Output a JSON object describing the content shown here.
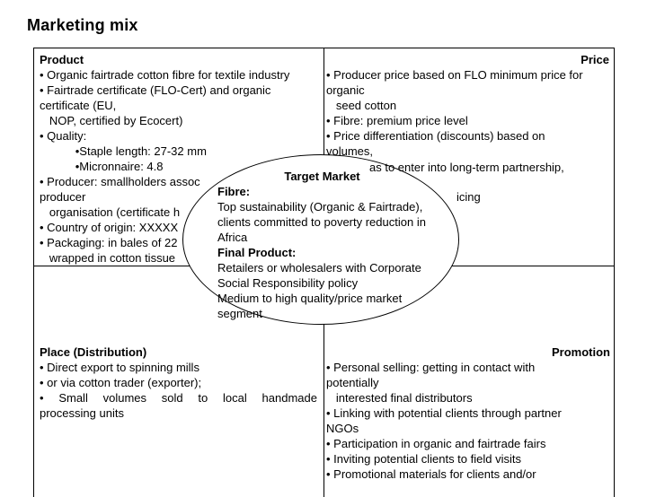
{
  "title": "Marketing mix",
  "quadrants": {
    "product": {
      "heading": "Product",
      "lines": [
        "• Organic fairtrade cotton fibre for textile industry",
        "• Fairtrade certificate (FLO-Cert) and organic",
        "certificate (EU,",
        "   NOP, certified by Ecocert)",
        "• Quality:",
        "           •Staple length: 27-32 mm",
        "           •Micronnaire: 4.8",
        "• Producer: smallholders assoc",
        "producer",
        "   organisation (certificate h",
        "• Country of origin: XXXXX",
        "• Packaging: in bales of 22",
        "   wrapped in cotton tissue"
      ]
    },
    "price": {
      "heading": "Price",
      "lines": [
        "• Producer price based on FLO minimum price for",
        "organic",
        "   seed cotton",
        "• Fibre: premium price level",
        "• Price differentiation (discounts) based on",
        "volumes,"
      ],
      "fragments": {
        "partnership": "as to enter into long-term partnership,",
        "financing": "icing"
      }
    },
    "place": {
      "heading": "Place (Distribution)",
      "lines": [
        "• Direct export to spinning mills",
        "• or via cotton trader (exporter);",
        {
          "t": "• Small volumes sold to local handmade",
          "j": true
        },
        "processing units"
      ]
    },
    "promotion": {
      "heading": "Promotion",
      "lines": [
        "• Personal selling: getting in contact with",
        "potentially",
        "   interested final distributors",
        "• Linking with potential clients through partner",
        "NGOs",
        "• Participation in organic and fairtrade fairs",
        "• Inviting potential clients to field visits",
        "• Promotional materials for clients and/or"
      ]
    }
  },
  "target_market": {
    "heading": "Target Market",
    "lines": [
      {
        "t": "Fibre:",
        "b": true
      },
      "Top sustainability (Organic & Fairtrade),",
      "clients committed to poverty reduction in",
      "Africa",
      {
        "t": "Final Product:",
        "b": true
      },
      "Retailers or wholesalers with Corporate",
      "Social Responsibility policy",
      "Medium to high quality/price market",
      "segment"
    ]
  }
}
